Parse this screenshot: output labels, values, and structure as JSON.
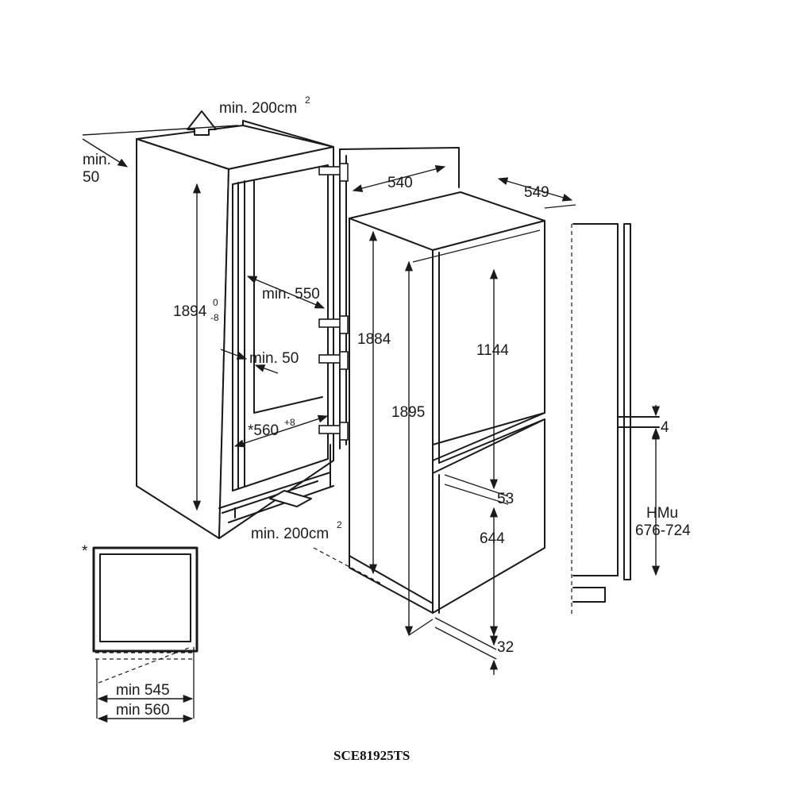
{
  "diagram": {
    "model_code": "SCE81925TS",
    "labels": {
      "vent_top": "min. 200cm",
      "vent_top_sup": "2",
      "vent_bottom": "min. 200cm",
      "vent_bottom_sup": "2",
      "rear_gap_line1": "min.",
      "rear_gap_line2": "50",
      "niche_height": "1894",
      "niche_height_tol_upper": "0",
      "niche_height_tol_lower": "-8",
      "niche_depth": "min. 550",
      "side_gap": "min. 50",
      "niche_width": "*560",
      "niche_width_tol": "+8",
      "appliance_width": "540",
      "appliance_depth": "549",
      "appliance_height": "1884",
      "door_total_height": "1895",
      "upper_door": "1144",
      "door_gap": "53",
      "lower_door": "644",
      "bottom_gap": "32",
      "furniture_gap": "4",
      "furniture_door_label": "HMu",
      "furniture_door_range": "676-724",
      "footnote_marker": "*",
      "min_545": "min 545",
      "min_560": "min 560"
    }
  }
}
